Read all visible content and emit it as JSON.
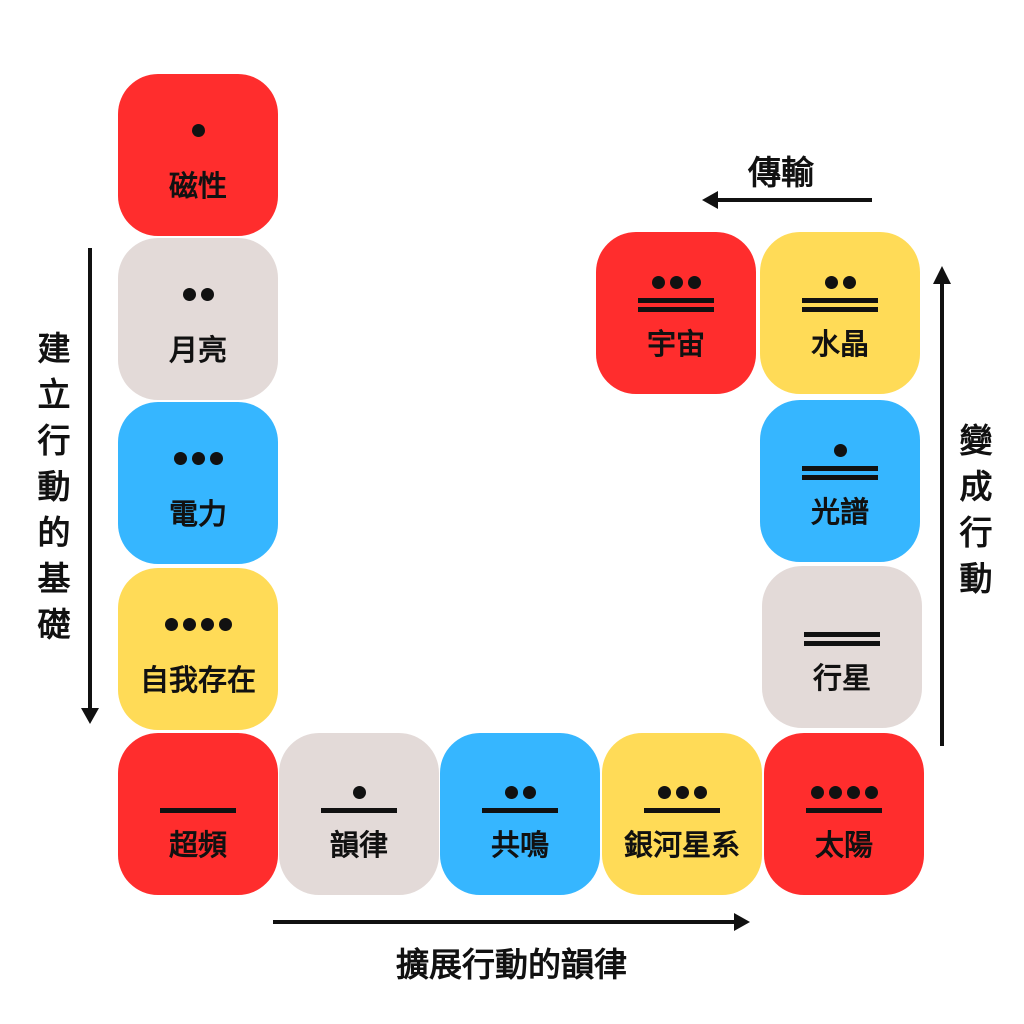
{
  "colors": {
    "red": "#ff2d2d",
    "gray": "#e3dad8",
    "blue": "#36b6ff",
    "yellow": "#ffdb57",
    "ink": "#111111"
  },
  "tiles": [
    {
      "label": "磁性",
      "color": "red",
      "dots": 1,
      "bars": 0
    },
    {
      "label": "月亮",
      "color": "gray",
      "dots": 2,
      "bars": 0
    },
    {
      "label": "電力",
      "color": "blue",
      "dots": 3,
      "bars": 0
    },
    {
      "label": "自我存在",
      "color": "yellow",
      "dots": 4,
      "bars": 0
    },
    {
      "label": "超頻",
      "color": "red",
      "dots": 0,
      "bars": 1
    },
    {
      "label": "韻律",
      "color": "gray",
      "dots": 1,
      "bars": 1
    },
    {
      "label": "共鳴",
      "color": "blue",
      "dots": 2,
      "bars": 1
    },
    {
      "label": "銀河星系",
      "color": "yellow",
      "dots": 3,
      "bars": 1
    },
    {
      "label": "太陽",
      "color": "red",
      "dots": 4,
      "bars": 1
    },
    {
      "label": "行星",
      "color": "gray",
      "dots": 0,
      "bars": 2
    },
    {
      "label": "光譜",
      "color": "blue",
      "dots": 1,
      "bars": 2
    },
    {
      "label": "水晶",
      "color": "yellow",
      "dots": 2,
      "bars": 2
    },
    {
      "label": "宇宙",
      "color": "red",
      "dots": 3,
      "bars": 2
    }
  ],
  "captions": {
    "left": "建立行動的基礎",
    "bottom": "擴展行動的韻律",
    "right": "變成行動",
    "top": "傳輸"
  }
}
